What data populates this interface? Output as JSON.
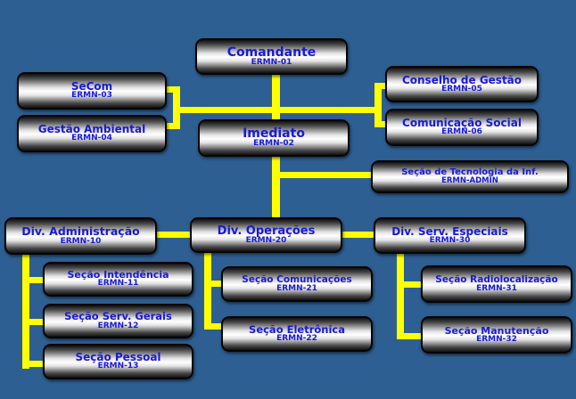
{
  "colors": {
    "background": "#2e5f92",
    "connector": "#ffff00",
    "text": "#1919d8",
    "box_top": "#101010",
    "box_mid": "#e2e2e2",
    "box_bottom": "#101010"
  },
  "org": {
    "comandante": {
      "title": "Comandante",
      "code": "ERMN-01"
    },
    "secom": {
      "title": "SeCom",
      "code": "ERMN-03"
    },
    "gestao_amb": {
      "title": "Gestão Ambiental",
      "code": "ERMN-04"
    },
    "conselho": {
      "title": "Conselho de Gestão",
      "code": "ERMN-05"
    },
    "com_social": {
      "title": "Comunicação Social",
      "code": "ERMN-06"
    },
    "imediato": {
      "title": "Imediato",
      "code": "ERMN-02"
    },
    "sec_tec": {
      "title": "Seção de Tecnologia da Inf.",
      "code": "ERMN-ADMIN"
    },
    "div_adm": {
      "title": "Div. Administração",
      "code": "ERMN-10"
    },
    "div_op": {
      "title": "Div. Operações",
      "code": "ERMN-20"
    },
    "div_esp": {
      "title": "Div. Serv. Especiais",
      "code": "ERMN-30"
    },
    "sec_int": {
      "title": "Seção Intendência",
      "code": "ERMN-11"
    },
    "sec_gerais": {
      "title": "Seção Serv. Gerais",
      "code": "ERMN-12"
    },
    "sec_pessoal": {
      "title": "Seção Pessoal",
      "code": "ERMN-13"
    },
    "sec_com": {
      "title": "Seção Comunicações",
      "code": "ERMN-21"
    },
    "sec_elet": {
      "title": "Seção Eletrônica",
      "code": "ERMN-22"
    },
    "sec_radio": {
      "title": "Seção Radiolocalização",
      "code": "ERMN-31"
    },
    "sec_manut": {
      "title": "Seção Manutenção",
      "code": "ERMN-32"
    }
  }
}
